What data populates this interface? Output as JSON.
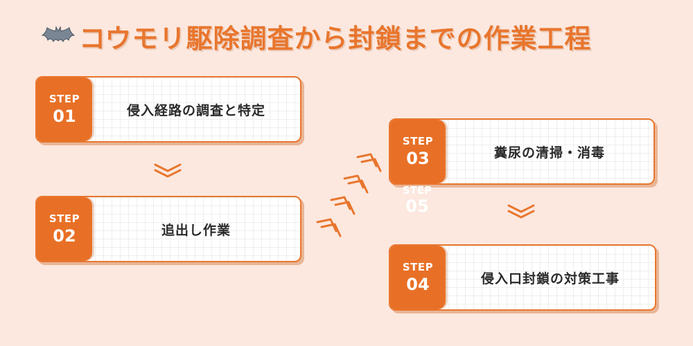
{
  "header": {
    "title": "コウモリ駆除調査から封鎖までの作業工程",
    "icon": "bat-icon"
  },
  "steps": [
    {
      "label": "STEP",
      "number": "01",
      "text": "侵入経路の調査と特定"
    },
    {
      "label": "STEP",
      "number": "02",
      "text": "追出し作業"
    },
    {
      "label": "STEP",
      "number": "03",
      "text": "糞尿の清掃・消毒"
    },
    {
      "label": "STEP",
      "number": "04",
      "text": "侵入口封鎖の対策工事"
    }
  ],
  "ghost_step": {
    "label": "STEP",
    "number": "05"
  },
  "colors": {
    "accent": "#e87026",
    "background": "#fce8df",
    "chevron": "#e8762e"
  }
}
